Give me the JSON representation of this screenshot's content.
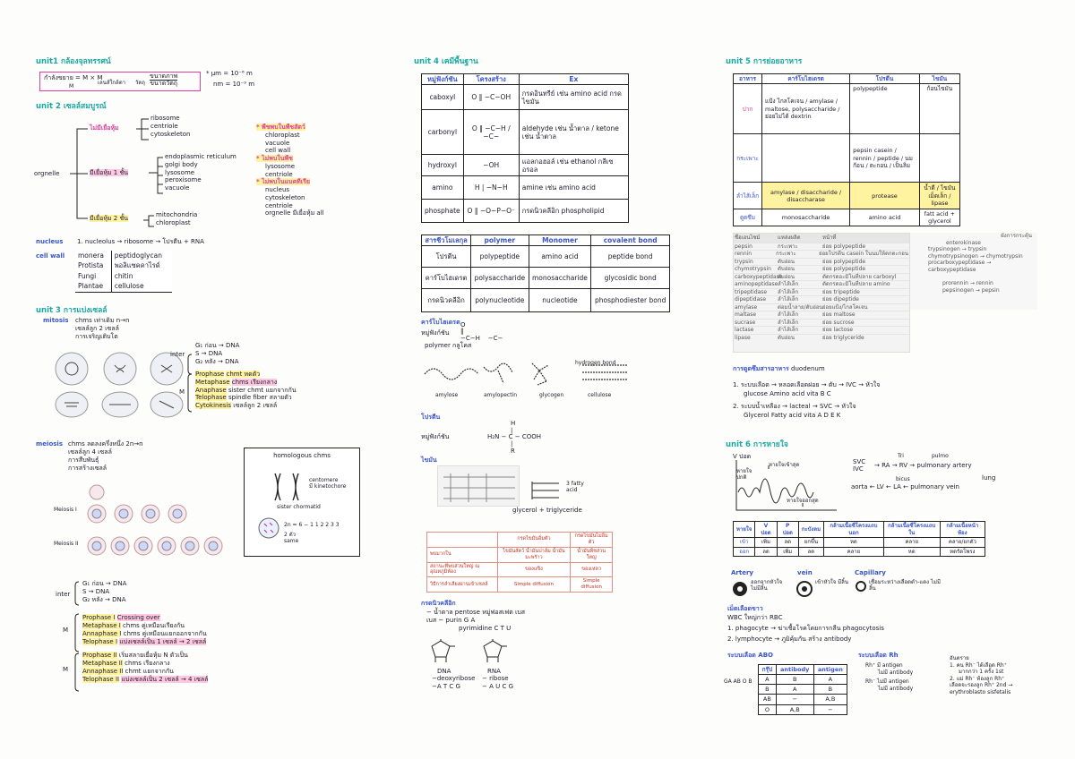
{
  "col1": {
    "unit1": {
      "title": "unit1 กล้องจุลทรรศน์",
      "formula_lhs": "กำลังขยาย = M",
      "formula_mid": "× M",
      "formula_sub1": "M",
      "formula_sub2": "เลนส์ใกล้ตา",
      "formula_sub3": "วัตถุ",
      "formula_rhs_top": "ขนาดภาพ",
      "formula_rhs_bot": "ขนาดวัตถุ",
      "unit_um": "* μm = 10⁻⁶ m",
      "unit_nm": "nm = 10⁻⁹ m"
    },
    "unit2": {
      "title": "unit 2 เซลล์สมบูรณ์",
      "organelle": "orgnelle",
      "no_membrane": "ไม่มีเยื่อหุ้ม",
      "no_membrane_items": [
        "ribosome",
        "centriole",
        "cytoskeleton"
      ],
      "one_membrane": "มีเยื่อหุ้ม 1 ชั้น",
      "one_membrane_items": [
        "endoplasmic reticulum",
        "golgi body",
        "lysosome",
        "peroxisome",
        "vacuole"
      ],
      "two_membrane": "มีเยื่อหุ้ม 2 ชั้น",
      "two_membrane_items": [
        "mitochondria",
        "chloroplast"
      ],
      "plant_only_h": "* พืชพบในพืชสัตว์",
      "plant_only": [
        "chloroplast",
        "vacuole",
        "cell wall"
      ],
      "animal_only_h": "* ไม่พบในพืช",
      "animal_only": [
        "lysosome",
        "centriole"
      ],
      "both_h": "* ไม่พบในแบคทีเรีย",
      "both": [
        "nucleus",
        "cytoskeleton",
        "centriole",
        "orgnelle มีเยื่อหุ้ม all"
      ],
      "nucleus_label": "nucleus",
      "nucleus_text": "1. nucleolus → ribosome → โปรตีน + RNA",
      "cellwall_label": "cell wall",
      "cellwall_rows": [
        [
          "monera",
          "peptidoglycan"
        ],
        [
          "Protista",
          "พอลิแซคคาไรด์"
        ],
        [
          "Fungi",
          "chitin"
        ],
        [
          "Plantae",
          "cellulose"
        ]
      ]
    },
    "unit3": {
      "title": "unit 3 การแบ่งเซลล์",
      "mitosis": "mitosis",
      "mitosis_lines": [
        "chms เท่าเดิม n→n",
        "เซลล์ลูก 2 เซลล์",
        "การเจริญเติบโต"
      ],
      "inter": "inter",
      "inter_items": [
        "G₁ ก่อน → DNA",
        "S → DNA",
        "G₂ หลัง → DNA"
      ],
      "m_label": "M",
      "m_items": [
        {
          "p": "Prophase",
          "d": "chmt หดตัว"
        },
        {
          "p": "Metaphase",
          "d": "chms เรียงกลาง"
        },
        {
          "p": "Anaphase",
          "d": "sister chmt แยกจากกัน"
        },
        {
          "p": "Telophase",
          "d": "spindle fiber สลายตัว"
        },
        {
          "p": "Cytokinesis",
          "d": "เซลล์ลูก 2 เซลล์"
        }
      ],
      "meiosis": "meiosis",
      "meiosis_lines": [
        "chms ลดลงครึ่งหนึ่ง 2n→n",
        "เซลล์ลูก 4 เซลล์",
        "การสืบพันธุ์",
        "การสร้างเซลล์"
      ],
      "homologous": "homologous chms",
      "centromere": "centomere",
      "kinetochore": "มี kinetochore",
      "sister": "sister chormatid",
      "count": "2n = 6 − 1 1 2 2 3 3",
      "same": "2 ตัว same",
      "meiosis_I": "Meiosis I",
      "meiosis_II": "Meiosis II",
      "inter2_items": [
        "G₁ ก่อน → DNA",
        "S → DNA",
        "G₂ หลัง → DNA"
      ],
      "m1_items": [
        {
          "p": "Prophase I",
          "d": "Crossing over"
        },
        {
          "p": "Metaphase I",
          "d": "chms คู่เหมือนเรียงกัน"
        },
        {
          "p": "Annaphase I",
          "d": "chms คู่เหมือนแยกออกจากกัน"
        },
        {
          "p": "Telophase I",
          "d": "แบ่งเซลล์เป็น 1 เซลล์ → 2 เซลล์"
        }
      ],
      "m2_items": [
        {
          "p": "Prophase II",
          "d": "เริ่มสลายเยื่อหุ้ม N ตัวเป็น"
        },
        {
          "p": "Metaphase II",
          "d": "chms เรียงกลาง"
        },
        {
          "p": "Annaphase II",
          "d": "chmt แยกจากกัน"
        },
        {
          "p": "Telophase II",
          "d": "แบ่งเซลล์เป็น 2 เซลล์ → 4 เซลล์"
        }
      ]
    }
  },
  "col2": {
    "unit4": {
      "title": "unit 4 เคมีพื้นฐาน",
      "fg_headers": [
        "หมู่ฟังก์ชัน",
        "โครงสร้าง",
        "Ex"
      ],
      "fg_rows": [
        [
          "caboxyl",
          "O ‖ −C−OH",
          "กรดอินทรีย์ เช่น amino acid กรดไขมัน"
        ],
        [
          "carbonyl",
          "O ‖ −C−H / −C−",
          "aldehyde เช่น น้ำตาล / ketone เช่น น้ำตาล"
        ],
        [
          "hydroxyl",
          "−OH",
          "แอลกอฮอล์ เช่น ethanol กลีเซอรอล"
        ],
        [
          "amino",
          "H | −N−H",
          "amine เช่น amino acid"
        ],
        [
          "phosphate",
          "O ‖ −O−P−O⁻",
          "กรดนิวคลีอิก phospholipid"
        ]
      ],
      "poly_headers": [
        "สารชีวโมเลกุล",
        "polymer",
        "Monomer",
        "covalent bond"
      ],
      "poly_rows": [
        [
          "โปรตีน",
          "polypeptide",
          "amino acid",
          "peptide bond"
        ],
        [
          "คาร์โบไฮเดรต",
          "polysaccharide",
          "monosaccharide",
          "glycosidic bond"
        ],
        [
          "กรดนิวคลีอิก",
          "polynucleotide",
          "nucleotide",
          "phosphodiester bond"
        ]
      ],
      "carb_title": "คาร์โบไฮเดรต",
      "carb_fg": "หมู่ฟังก์ชัน",
      "carb_polymer": "polymer กลูโคส",
      "carb_labels": [
        "amylose",
        "amylopectin",
        "glycogen",
        "cellulose"
      ],
      "hydrogen_bond": "hydrogen bond",
      "protein_title": "โปรตีน",
      "protein_fg": "หมู่ฟังก์ชัน",
      "protein_formula": "H₂N − C − COOH",
      "lipid_title": "ไขมัน",
      "fatty": "3 fatty acid",
      "glycerol": "glycerol + triglyceride",
      "lipid_table_headers": [
        "",
        "กรดไขมันอิ่มตัว",
        "กรดไขมันไม่อิ่มตัว"
      ],
      "lipid_table_rows": [
        [
          "พบมากใน",
          "ไขมันสัตว์ น้ำมันปาล์ม น้ำมันมะพร้าว",
          "น้ำมันพืชส่วนใหญ่"
        ],
        [
          "สถานะที่พบส่วนใหญ่ ณ อุณหภูมิห้อง",
          "ของแข็ง",
          "ของเหลว"
        ],
        [
          "วิธีการลำเลียงผ่านเข้าเซลล์",
          "Simple diffusion",
          "Simple diffusion"
        ]
      ],
      "nucleic_title": "กรดนิวคลีอิก",
      "nucleic_lines": [
        "− น้ำตาล pentose หมู่ฟอสเฟต เบส",
        "เบส − purin G A",
        "pyrimidine C T U"
      ],
      "dna": "DNA",
      "dna_sugar": "−deoxyribose",
      "dna_bases": "−A T C G",
      "rna": "RNA",
      "rna_sugar": "− ribose",
      "rna_bases": "− A U C G"
    }
  },
  "col3": {
    "unit5": {
      "title": "unit 5 การย่อยอาหาร",
      "headers": [
        "อาหาร",
        "คาร์โบไฮเดรต",
        "โปรตีน",
        "ไขมัน"
      ],
      "rows": [
        [
          "ปาก",
          "แป้ง ไกลโคเจน / amylase / maltose, polysaccharide / ย่อยไม่ได้ dextrin",
          "polypeptide",
          "ก้อนไขมัน"
        ],
        [
          "กระเพาะ",
          "",
          "pepsin  casein / rennin / peptide / นมก้อน / ตะกอน / เป็นลิ่ม",
          ""
        ],
        [
          "ลำไส้เล็ก",
          "amylase / disaccharide / disaccharase",
          "protease",
          "น้ำดี / ไขมันเม็ดเล็ก / lipase"
        ],
        [
          "ดูดซึม",
          "monosaccharide",
          "amino acid",
          "fatt acid + glycerol"
        ]
      ],
      "enzyme_ref_header": [
        "ชื่อเอนไซม์",
        "แหล่งผลิต",
        "หน้าที่"
      ],
      "enzyme_ref_rows": [
        [
          "pepsin",
          "กระเพาะ",
          "ย่อย polypeptide"
        ],
        [
          "rennin",
          "กระเพาะ",
          "ย่อยโปรตีน casein ในนมให้ตกตะกอน"
        ],
        [
          "trypsin",
          "ตับอ่อน",
          "ย่อย polypeptide"
        ],
        [
          "chymotrypsin",
          "ตับอ่อน",
          "ย่อย polypeptide"
        ],
        [
          "carboxypeptidase",
          "ตับอ่อน",
          "ตัดกรดอะมิโนที่ปลาย carboxyl"
        ],
        [
          "aminopeptidase",
          "ลำไส้เล็ก",
          "ตัดกรดอะมิโนที่ปลาย amino"
        ],
        [
          "tripeptidase",
          "ลำไส้เล็ก",
          "ย่อย tripeptide"
        ],
        [
          "dipeptidase",
          "ลำไส้เล็ก",
          "ย่อย dipeptide"
        ],
        [
          "amylase",
          "ต่อมน้ำลาย/ตับอ่อน",
          "ย่อยแป้ง/ไกลโคเจน"
        ],
        [
          "maltase",
          "ลำไส้เล็ก",
          "ย่อย maltose"
        ],
        [
          "sucrase",
          "ลำไส้เล็ก",
          "ย่อย sucrose"
        ],
        [
          "lactase",
          "ลำไส้เล็ก",
          "ย่อย lactose"
        ],
        [
          "lipase",
          "ตับอ่อน",
          "ย่อย triglyceride"
        ]
      ],
      "activation_title": "ผังการกระตุ้น",
      "activation_lines": [
        "enterokinase",
        "trypsinogen → trypsin",
        "chymotrypsinogen → chymotrypsin",
        "procarboxypeptidase → carboxypeptidase",
        "prorennin → rennin",
        "pepsinogen → pepsin"
      ],
      "absorb_title": "การดูดซึมสารอาหาร",
      "absorb_site": "duodenum",
      "absorb_1": "1. ระบบเลือด → หลอดเลือดฝอย → ตับ → IVC → หัวใจ",
      "absorb_1b": "glucose  Amino acid  vita B C",
      "absorb_2": "2. ระบบน้ำเหลือง → lacteal → SVC → หัวใจ",
      "absorb_2b": "Glycerol  Fatty acid  vita A D E K"
    },
    "unit6": {
      "title": "unit 6 การหายใจ",
      "v_label": "V ปอด",
      "graph_top": "หายใจเข้าสุด",
      "graph_bottom": "หายใจออกสุด",
      "breath_left": "หายใจปกติ",
      "svc": "SVC",
      "ivc": "IVC",
      "ra": "RA",
      "tri": "Tri",
      "rv": "RV",
      "pulmo": "pulmo",
      "pulmonary_artery": "pulmonary artery",
      "lung": "lung",
      "aorta": "aorta ← LV",
      "bicus": "bicus",
      "la": "LA",
      "pulmonary_vein": "pulmonary vein",
      "table_headers": [
        "หายใจ",
        "V ปอด",
        "P ปอด",
        "กะบังลม",
        "กล้ามเนื้อซี่โครงแถบนอก",
        "กล้ามเนื้อซี่โครงแถบใน",
        "กล้ามเนื้อหน้าท้อง"
      ],
      "table_rows": [
        [
          "เข้า",
          "เพิ่ม",
          "ลด",
          "ยกขึ้น",
          "หด",
          "คลาย",
          "คลาย/ยกตัว"
        ],
        [
          "ออก",
          "ลด",
          "เพิ่ม",
          "ลด",
          "คลาย",
          "หด",
          "หดรัดโพรง"
        ]
      ],
      "artery": "Artery",
      "artery_desc": "ออกจากหัวใจ ไม่มีลิ้น",
      "vein": "vein",
      "vein_desc": "เข้าหัวใจ มีลิ้น",
      "capillary": "Capillary",
      "capillary_desc": "เชื่อมระหว่างเลือดดำ-แดง ไม่มีลิ้น",
      "wbc_title": "เม็ดเลือดขาว",
      "wbc_line": "WBC ใหญ่กว่า RBC",
      "wbc_1": "1. phagocyte → ฆ่าเชื้อโรคโดยการกลืน phagocytosis",
      "wbc_2": "2. lymphocyte → ภูมิคุ้มกัน สร้าง antibody",
      "abo_title": "ระบบเลือด ABO",
      "abo_headers": [
        "กรุ๊ป",
        "antibody",
        "antigen"
      ],
      "abo_rows": [
        [
          "A",
          "B",
          "A"
        ],
        [
          "B",
          "A",
          "B"
        ],
        [
          "AB",
          "−",
          "A,B"
        ],
        [
          "O",
          "A,B",
          "−"
        ]
      ],
      "abo_donor": "GA AB O B",
      "rh_title": "ระบบเลือด Rh",
      "rh_plus": "Rh⁺ มี antigen",
      "rh_plus2": "ไม่มี antibody",
      "rh_minus": "Rh⁻ ไม่มี antigen",
      "rh_minus2": "ไม่มี antibody",
      "danger_title": "อันตราย",
      "danger_lines": [
        "1. คน Rh⁻ ได้เลือด Rh⁺",
        "มากกว่า 1 ครั้ง 1st",
        "2. แม่ Rh⁻ ท้องลูก Rh⁺",
        "เลือดจะรองลูก Rh⁺ 2nd → erythroblasto sisfetalis"
      ]
    }
  }
}
